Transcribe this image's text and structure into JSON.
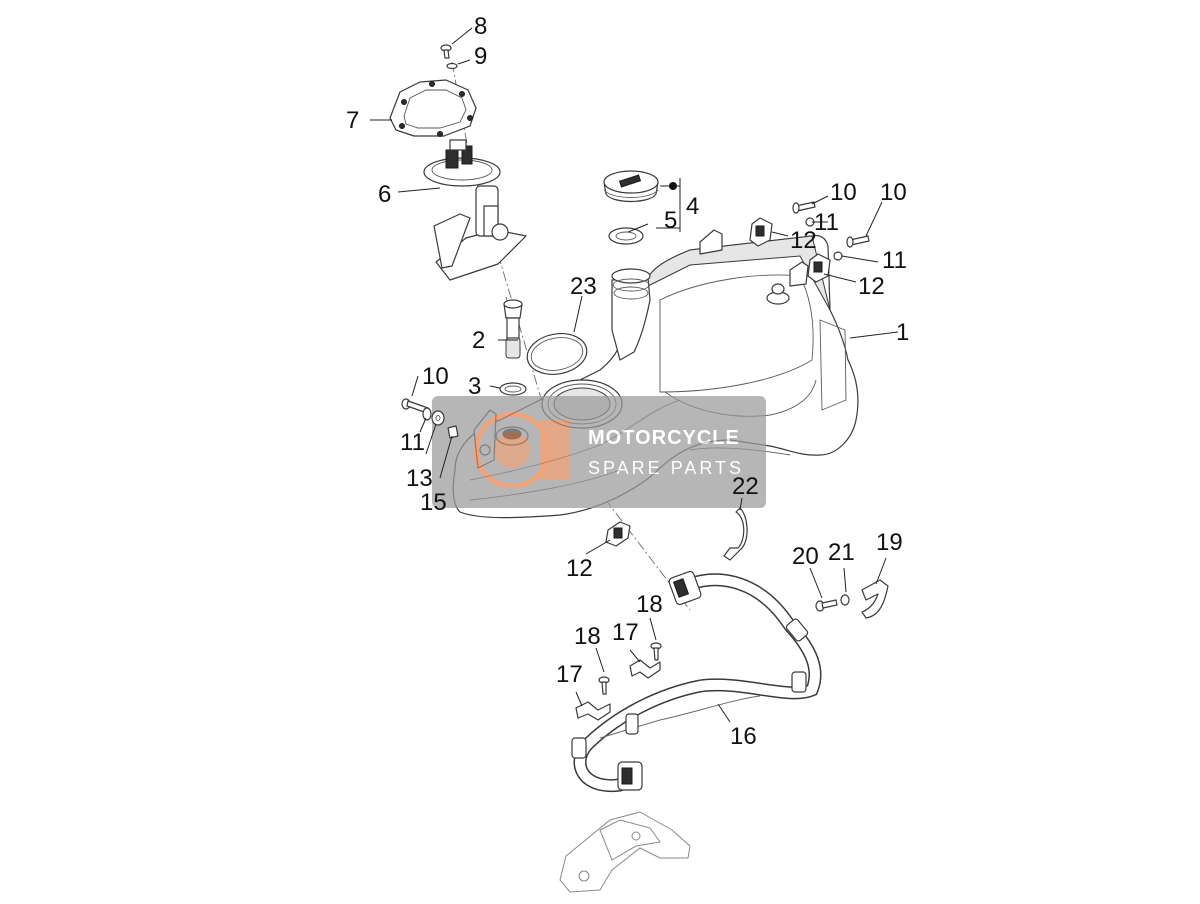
{
  "diagram": {
    "callouts": {
      "c1": "1",
      "c2": "2",
      "c3": "3",
      "c4": "4",
      "c5": "5",
      "c6": "6",
      "c7": "7",
      "c8": "8",
      "c9": "9",
      "c10a": "10",
      "c10b": "10",
      "c10c": "10",
      "c11a": "11",
      "c11b": "11",
      "c11c": "11",
      "c12a": "12",
      "c12b": "12",
      "c12c": "12",
      "c13": "13",
      "c15": "15",
      "c16": "16",
      "c17a": "17",
      "c17b": "17",
      "c18a": "18",
      "c18b": "18",
      "c19": "19",
      "c20": "20",
      "c21": "21",
      "c22": "22",
      "c23": "23"
    }
  },
  "watermark": {
    "line1": "MOTORCYCLE",
    "line2": "SPARE PARTS",
    "accent_color": "#e8824a",
    "box_color": "#9a9a9a"
  },
  "icons": [
    "fuel-tank",
    "fuel-cap",
    "fuel-pump",
    "gasket",
    "fuel-hose",
    "bracket",
    "screw",
    "washer",
    "clip"
  ]
}
